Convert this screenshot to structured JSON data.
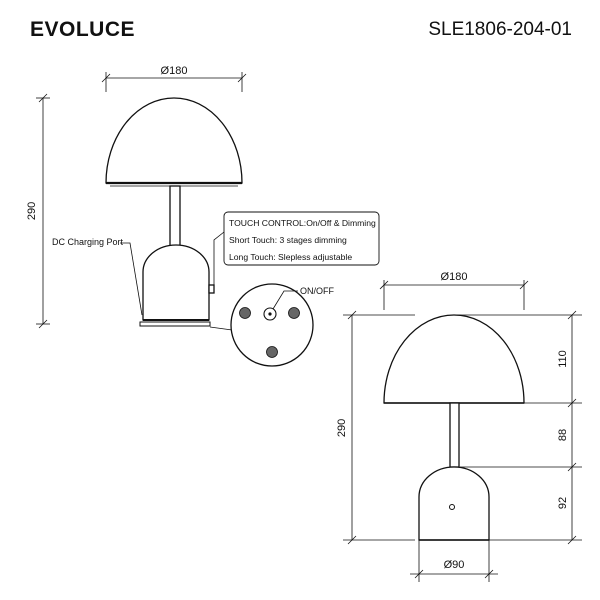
{
  "header": {
    "brand": "EVOLUCE",
    "model": "SLE1806-204-01"
  },
  "side_view": {
    "width_label": "Ø180",
    "height_label": "290",
    "dc_port_label": "DC Charging Port"
  },
  "touch_control": {
    "line1": "TOUCH CONTROL:On/Off & Dimming",
    "line2": "Short Touch: 3 stages dimming",
    "line3": "Long Touch: Slepless adjustable"
  },
  "bottom_view": {
    "onoff_label": "ON/OFF"
  },
  "front_view": {
    "top_width_label": "Ø180",
    "total_height_label": "290",
    "shade_height_label": "110",
    "stem_height_label": "88",
    "base_height_label": "92",
    "base_width_label": "Ø90"
  }
}
